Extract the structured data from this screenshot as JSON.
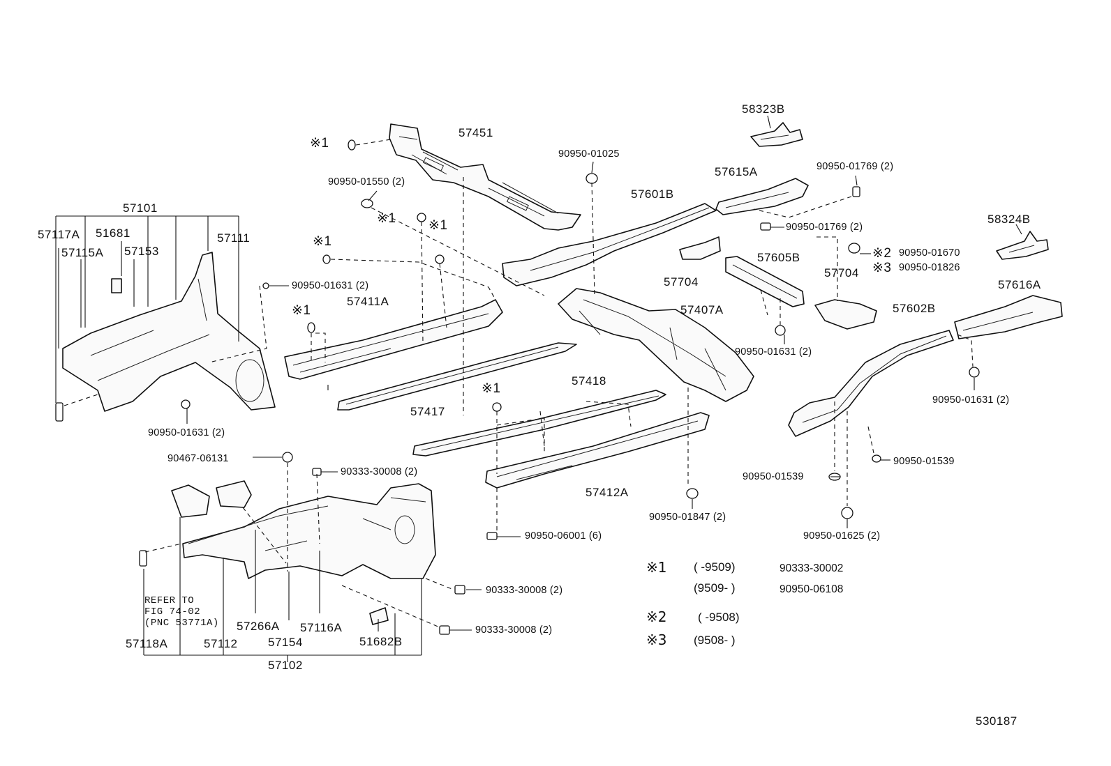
{
  "diagram_id": "530187",
  "labels": {
    "p57451": "57451",
    "p58323b": "58323B",
    "p90950_01025": "90950-01025",
    "p90950_01769_a": "90950-01769 (2)",
    "p57615a": "57615A",
    "p57601b": "57601B",
    "p90950_01769_b": "90950-01769 (2)",
    "p58324b": "58324B",
    "p90950_01550": "90950-01550 (2)",
    "p57101": "57101",
    "p57117a": "57117A",
    "p51681": "51681",
    "p57111": "57111",
    "p57115a": "57115A",
    "p57153": "57153",
    "p90950_01631_a": "90950-01631 (2)",
    "p57411a": "57411A",
    "p57704_a": "57704",
    "p57605b": "57605B",
    "p90950_01670": "90950-01670",
    "p90950_01826": "90950-01826",
    "p57704_b": "57704",
    "p57407a": "57407A",
    "p57616a": "57616A",
    "p57602b": "57602B",
    "p90950_01631_b": "90950-01631 (2)",
    "p90950_01631_c": "90950-01631 (2)",
    "p57417": "57417",
    "p57418": "57418",
    "p90950_01631_d": "90950-01631 (2)",
    "p90467_06131": "90467-06131",
    "p90333_30008_a": "90333-30008 (2)",
    "p90950_01539_a": "90950-01539",
    "p90950_01539_b": "90950-01539",
    "p57412a": "57412A",
    "p90950_01847": "90950-01847 (2)",
    "p90950_01625": "90950-01625 (2)",
    "p90950_06001": "90950-06001 (6)",
    "p90333_30008_b": "90333-30008 (2)",
    "p90333_30008_c": "90333-30008 (2)",
    "p57266a": "57266A",
    "p57116a": "57116A",
    "p57154": "57154",
    "p51682b": "51682B",
    "p57118a": "57118A",
    "p57112": "57112",
    "p57102": "57102"
  },
  "refer": {
    "line1": "REFER TO",
    "line2": "FIG 74-02",
    "line3": "(PNC 53771A)"
  },
  "marks": {
    "m1": "※1",
    "m2": "※2",
    "m3": "※3"
  },
  "notes": {
    "n1_mark": "※1",
    "n1_range": "(      -9509)",
    "n1_part": "90333-30002",
    "n1b_range": "(9509-      )",
    "n1b_part": "90950-06108",
    "n2_mark": "※2",
    "n2_range": "(      -9508)",
    "n3_mark": "※3",
    "n3_range": "(9508-      )"
  }
}
